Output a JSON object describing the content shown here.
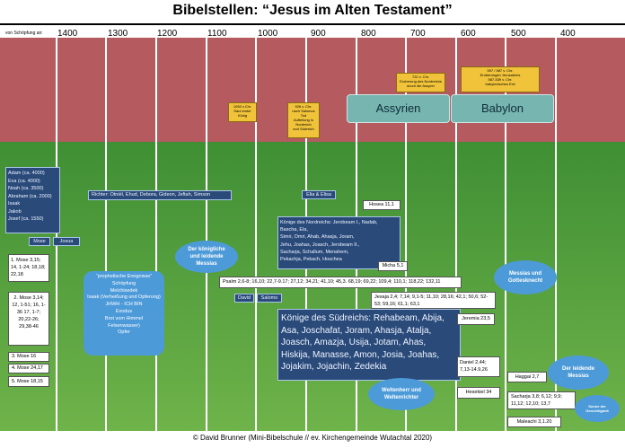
{
  "title": "Bibelstellen: “Jesus im Alten Testament”",
  "axis": {
    "caption": "von Schöpfung an:",
    "years": [
      "1400",
      "1300",
      "1200",
      "1100",
      "1000",
      "900",
      "800",
      "700",
      "600",
      "500",
      "400"
    ]
  },
  "notes": {
    "saul": "1050 v.Chr.\nSaul erster König",
    "split": "926 v. Chr.\nnach Salomos Tod\nAufteilung in\nNordreich\nund Südreich",
    "assyria": "722 v. Chr.\nEroberung des Nordreichs\ndurch die Assyrer",
    "babylon": "597 / 587 v. Chr.\nEroberungen Jerusalems\n587-539 v. Chr.\nbabylonisches Exil"
  },
  "empires": {
    "assyria": "Assyrien",
    "babylon": "Babylon"
  },
  "patriarchs": "Adam (ca. 4000)\nEva (ca. 4000)\nNoah (ca. 3500)\nAbraham (ca. 2000)\nIsaak\nJakob\nJosef (ca. 1550)",
  "labels": {
    "mose": "Mose",
    "josua": "Josua",
    "elia": "Elia & Elisa",
    "david": "David",
    "salomo": "Salomo"
  },
  "judges": "Richter: Otniël, Ehud, Debora, Gideon, Jeftah, Simson",
  "northern_kings": "Könige des Nordreichs: Jerobeam I., Nadab,\nBascha, Ela,\nSimri, Omri, Ahab, Ahasja, Joram,\nJehu, Joahas, Joasch, Jerobeam II.,\nSacharja, Schallum, Menahem,\nPekachja, Pekach, Hoschea",
  "southern_kings": "Könige des Südreichs: Rehabeam, Abija, Asa, Joschafat, Joram, Ahasja, Atalja, Joasch, Amazja, Usija, Jotam, Ahas, Hiskija, Manasse, Amon, Josia, Joahas, Jojakim, Jojachin, Zedekia",
  "refs": {
    "mose1": "1. Mose 3,15; 14, 1-24; 18,18; 22,18",
    "mose2": "2. Mose 3,14; 12, 1-51; 16, 1-36 17, 1-7; 20,22-26; 29,38-46",
    "mose3": "3. Mose 16",
    "mose4": "4. Mose 24,17",
    "mose5": "5. Mose 18,15",
    "hosea": "Hosea 11,1",
    "micha": "Micha 5,1",
    "psalm": "Psalm 2,6-8; 16,10; 22,7-9.17; 27,12; 34,21; 41,10; 45,3. 68,19; 69,22; 109,4; 110,1; 118,22; 132,11",
    "jesaja": "Jesaja 2,4; 7,14; 9,1-5; 11,10; 28,16; 42,1; 50,6; 52-53; 59,16; 61,1; 63,1",
    "jeremia": "Jeremia 23,5",
    "daniel": "Daniel 2,44; 7,13-14.9,26",
    "hesekiel": "Hesekiel 34",
    "haggai": "Haggai 2,7",
    "sacharja": "Sacharja 3,8; 6,12; 9,9; 11,12; 12,10; 13,7",
    "maleachi": "Maleachi 3,1.20"
  },
  "prophetic_events": "“prophetische Ereignisse”\nSchöpfung\nMelchisedek\nIsaak (Verheißung und Opferung)\nJHWH - ICH BIN\nExodus\nBrot vom Himmel\nFelsenwasser)\nOpfer",
  "bubbles": {
    "royal": "Der königliche\nund leidende\nMessias",
    "servant": "Messias und\nGottesknecht",
    "ruler": "Weltenherr und\nWeltenrichter",
    "suffering": "Der leidende\nMessias",
    "sun": "Sonne der\nGerechtigkeit"
  },
  "footer": "© David Brunner (Mini-Bibelschule // ev. Kirchengemeinde Wutachtal 2020)"
}
